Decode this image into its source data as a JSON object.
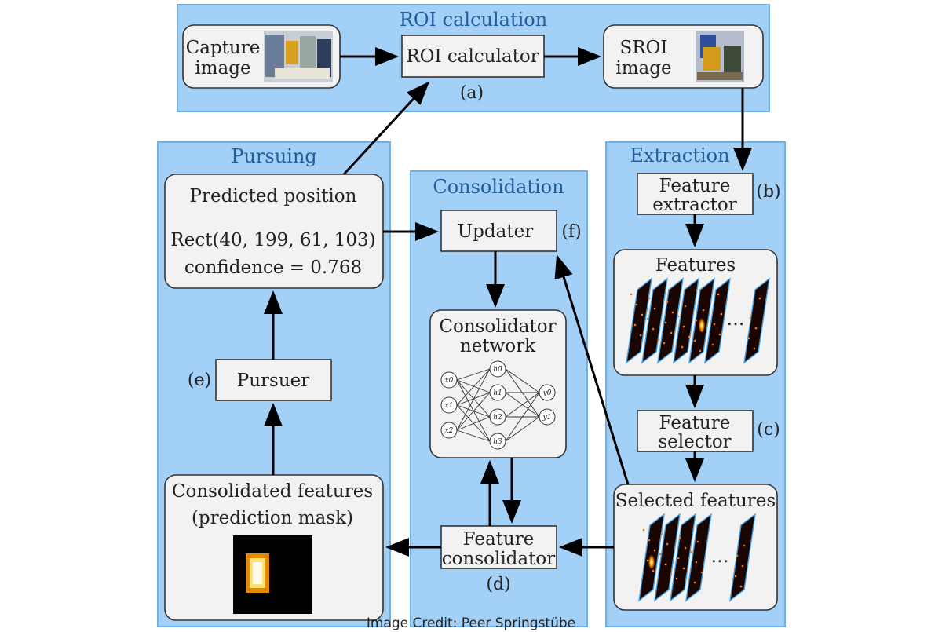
{
  "regions": {
    "roi": "ROI calculation",
    "pursuing": "Pursuing",
    "consolidation": "Consolidation",
    "extraction": "Extraction"
  },
  "boxes": {
    "capture_line1": "Capture",
    "capture_line2": "image",
    "roi_calculator": "ROI calculator",
    "sroi_line1": "SROI",
    "sroi_line2": "image",
    "predicted_title": "Predicted position",
    "predicted_rect": "Rect(40, 199, 61, 103)",
    "predicted_conf": "confidence = 0.768",
    "updater": "Updater",
    "consolidator_line1": "Consolidator",
    "consolidator_line2": "network",
    "pursuer": "Pursuer",
    "consolidated_line1": "Consolidated features",
    "consolidated_line2": "(prediction mask)",
    "feature_consolidator_line1": "Feature",
    "feature_consolidator_line2": "consolidator",
    "feature_extractor_line1": "Feature",
    "feature_extractor_line2": "extractor",
    "features": "Features",
    "feature_selector_line1": "Feature",
    "feature_selector_line2": "selector",
    "selected_features": "Selected features"
  },
  "tags": {
    "a": "(a)",
    "b": "(b)",
    "c": "(c)",
    "d": "(d)",
    "e": "(e)",
    "f": "(f)"
  },
  "network": {
    "inputs": [
      "x0",
      "x1",
      "x2"
    ],
    "hidden": [
      "h0",
      "h1",
      "h2",
      "h3"
    ],
    "outputs": [
      "y0",
      "y1"
    ]
  },
  "ellipsis": "…",
  "credit": "Image Credit: Peer Springstübe"
}
